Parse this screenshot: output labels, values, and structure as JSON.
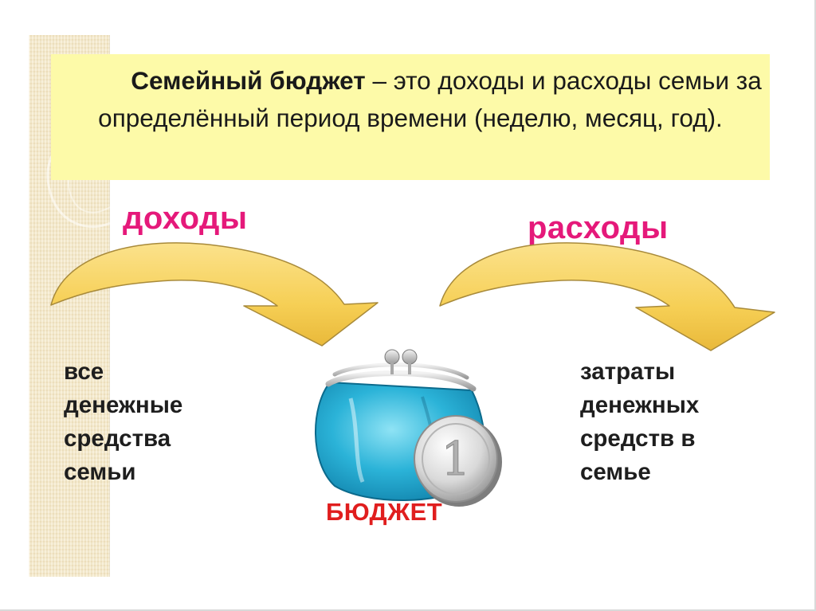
{
  "definition": {
    "term": "Семейный бюджет",
    "rest": " – это доходы и расходы семьи за определённый период времени (неделю, месяц, год)."
  },
  "income": {
    "label": "доходы",
    "description_lines": [
      "все",
      "денежные",
      "средства",
      "семьи"
    ]
  },
  "expenses": {
    "label": "расходы",
    "description_lines": [
      "затраты",
      "денежных",
      "средств в",
      "семье"
    ]
  },
  "budget": {
    "label": "БЮДЖЕТ",
    "coin_value": "1"
  },
  "colors": {
    "accent_pink": "#e5197a",
    "budget_red": "#e01e1e",
    "arrow_fill": "#f8d46a",
    "definition_bg": "#fdfaa8",
    "purse": "#2bb3d8"
  },
  "icons": {
    "income_arrow": "curved-arrow-right-icon",
    "expenses_arrow": "curved-arrow-right-icon",
    "purse": "purse-icon",
    "coin": "coin-icon"
  }
}
